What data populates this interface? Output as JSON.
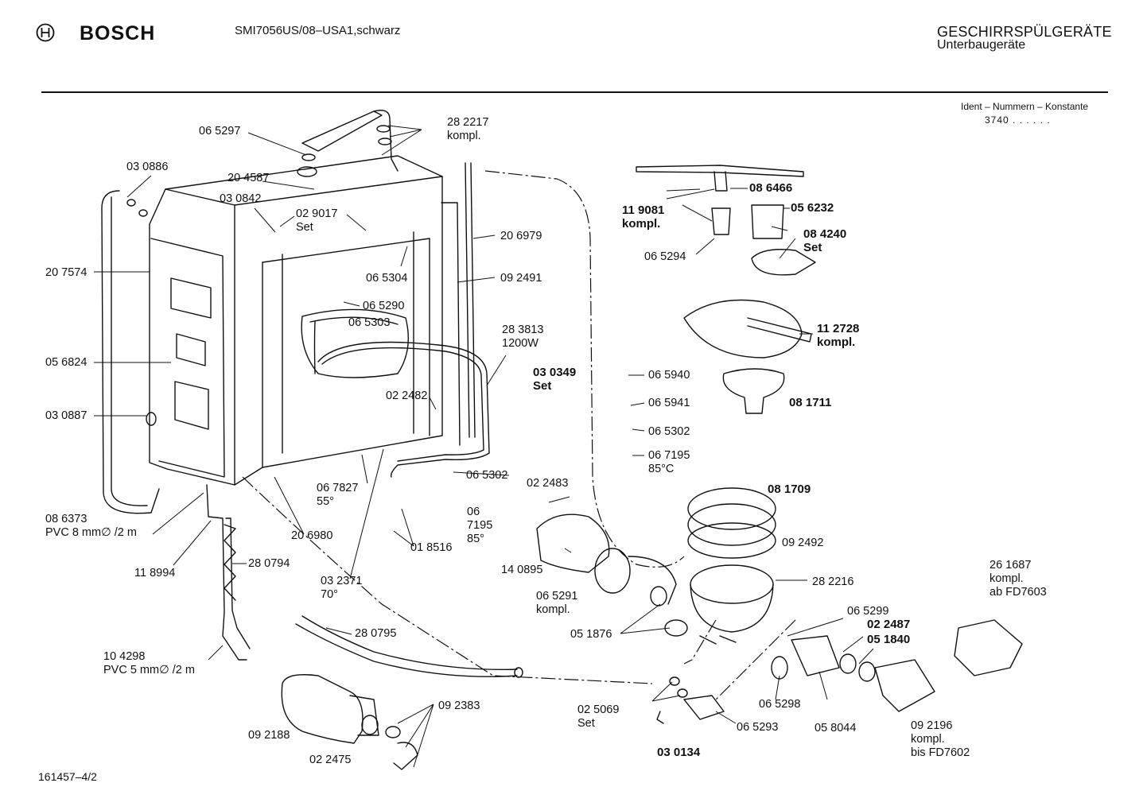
{
  "header": {
    "brand": "BOSCH",
    "model": "SMI7056US/08–USA1,schwarz",
    "category": "GESCHIRRSPÜLGERÄTE",
    "subcategory": "Unterbaugeräte",
    "ident_label": "Ident – Nummern – Konstante",
    "ident_value": "3740  .  .  .  .  .  ."
  },
  "footer": {
    "doc_number": "161457–4/2"
  },
  "labels": [
    {
      "id": "p-065297",
      "lines": [
        "06 5297"
      ],
      "bold": false
    },
    {
      "id": "p-282217",
      "lines": [
        "28 2217",
        "kompl."
      ],
      "bold": false
    },
    {
      "id": "p-030886",
      "lines": [
        "03 0886"
      ],
      "bold": false
    },
    {
      "id": "p-204587",
      "lines": [
        "20 4587"
      ],
      "bold": false
    },
    {
      "id": "p-030842",
      "lines": [
        "03 0842"
      ],
      "bold": false
    },
    {
      "id": "p-029017",
      "lines": [
        "02 9017",
        "Set"
      ],
      "bold": false
    },
    {
      "id": "p-206979",
      "lines": [
        "20 6979"
      ],
      "bold": false
    },
    {
      "id": "p-207574",
      "lines": [
        "20 7574"
      ],
      "bold": false
    },
    {
      "id": "p-065304",
      "lines": [
        "06 5304"
      ],
      "bold": false
    },
    {
      "id": "p-092491",
      "lines": [
        "09 2491"
      ],
      "bold": false
    },
    {
      "id": "p-065290",
      "lines": [
        "06 5290"
      ],
      "bold": false
    },
    {
      "id": "p-065303",
      "lines": [
        "06 5303"
      ],
      "bold": false
    },
    {
      "id": "p-283813",
      "lines": [
        "28 3813",
        "1200W"
      ],
      "bold": false
    },
    {
      "id": "p-056824",
      "lines": [
        "05 6824"
      ],
      "bold": false
    },
    {
      "id": "p-030887",
      "lines": [
        "03 0887"
      ],
      "bold": false
    },
    {
      "id": "p-030349",
      "lines": [
        "03 0349",
        "Set"
      ],
      "bold": true
    },
    {
      "id": "p-022482",
      "lines": [
        "02 2482"
      ],
      "bold": false
    },
    {
      "id": "p-065302a",
      "lines": [
        "06 5302"
      ],
      "bold": false
    },
    {
      "id": "p-067827",
      "lines": [
        "06 7827",
        "55°"
      ],
      "bold": false
    },
    {
      "id": "p-067195a",
      "lines": [
        "06",
        "7195",
        "85°"
      ],
      "bold": false
    },
    {
      "id": "p-086373",
      "lines": [
        "08 6373",
        "PVC 8 mm∅ /2 m"
      ],
      "bold": false
    },
    {
      "id": "p-206980",
      "lines": [
        "20 6980"
      ],
      "bold": false
    },
    {
      "id": "p-018516",
      "lines": [
        "01 8516"
      ],
      "bold": false
    },
    {
      "id": "p-118994",
      "lines": [
        "11 8994"
      ],
      "bold": false
    },
    {
      "id": "p-280794",
      "lines": [
        "28 0794"
      ],
      "bold": false
    },
    {
      "id": "p-032371",
      "lines": [
        "03 2371",
        "70°"
      ],
      "bold": false
    },
    {
      "id": "p-086466",
      "lines": [
        "08 6466"
      ],
      "bold": true
    },
    {
      "id": "p-119081",
      "lines": [
        "11 9081",
        "kompl."
      ],
      "bold": true
    },
    {
      "id": "p-056232",
      "lines": [
        "05 6232"
      ],
      "bold": true
    },
    {
      "id": "p-084240",
      "lines": [
        "08 4240",
        "Set"
      ],
      "bold": true
    },
    {
      "id": "p-065294",
      "lines": [
        "06 5294"
      ],
      "bold": false
    },
    {
      "id": "p-112728",
      "lines": [
        "11 2728",
        "kompl."
      ],
      "bold": true
    },
    {
      "id": "p-065940",
      "lines": [
        "06 5940"
      ],
      "bold": false
    },
    {
      "id": "p-065941",
      "lines": [
        "06 5941"
      ],
      "bold": false
    },
    {
      "id": "p-081711",
      "lines": [
        "08 1711"
      ],
      "bold": true
    },
    {
      "id": "p-065302b",
      "lines": [
        "06 5302"
      ],
      "bold": false
    },
    {
      "id": "p-067195b",
      "lines": [
        "06 7195",
        "85°C"
      ],
      "bold": false
    },
    {
      "id": "p-022483",
      "lines": [
        "02 2483"
      ],
      "bold": false
    },
    {
      "id": "p-081709",
      "lines": [
        "08 1709"
      ],
      "bold": true
    },
    {
      "id": "p-092492",
      "lines": [
        "09 2492"
      ],
      "bold": false
    },
    {
      "id": "p-140895",
      "lines": [
        "14 0895"
      ],
      "bold": false
    },
    {
      "id": "p-282216",
      "lines": [
        "28 2216"
      ],
      "bold": false
    },
    {
      "id": "p-261687",
      "lines": [
        "26 1687",
        "kompl.",
        "ab FD7603"
      ],
      "bold": false
    },
    {
      "id": "p-065291",
      "lines": [
        "06 5291",
        "kompl."
      ],
      "bold": false
    },
    {
      "id": "p-065299",
      "lines": [
        "06 5299"
      ],
      "bold": false
    },
    {
      "id": "p-022487",
      "lines": [
        "02 2487"
      ],
      "bold": true
    },
    {
      "id": "p-051876",
      "lines": [
        "05 1876"
      ],
      "bold": false
    },
    {
      "id": "p-051840",
      "lines": [
        "05 1840"
      ],
      "bold": true
    },
    {
      "id": "p-280795",
      "lines": [
        "28 0795"
      ],
      "bold": false
    },
    {
      "id": "p-104298",
      "lines": [
        "10 4298",
        "PVC 5 mm∅ /2 m"
      ],
      "bold": false
    },
    {
      "id": "p-092383",
      "lines": [
        "09 2383"
      ],
      "bold": false
    },
    {
      "id": "p-025069",
      "lines": [
        "02 5069",
        "Set"
      ],
      "bold": false
    },
    {
      "id": "p-065298",
      "lines": [
        "06 5298"
      ],
      "bold": false
    },
    {
      "id": "p-065293",
      "lines": [
        "06 5293"
      ],
      "bold": false
    },
    {
      "id": "p-058044",
      "lines": [
        "05 8044"
      ],
      "bold": false
    },
    {
      "id": "p-092196",
      "lines": [
        "09 2196",
        "kompl.",
        "bis FD7602"
      ],
      "bold": false
    },
    {
      "id": "p-092188",
      "lines": [
        "09 2188"
      ],
      "bold": false
    },
    {
      "id": "p-022475",
      "lines": [
        "02 2475"
      ],
      "bold": false
    },
    {
      "id": "p-030134",
      "lines": [
        "03 0134"
      ],
      "bold": true
    }
  ]
}
